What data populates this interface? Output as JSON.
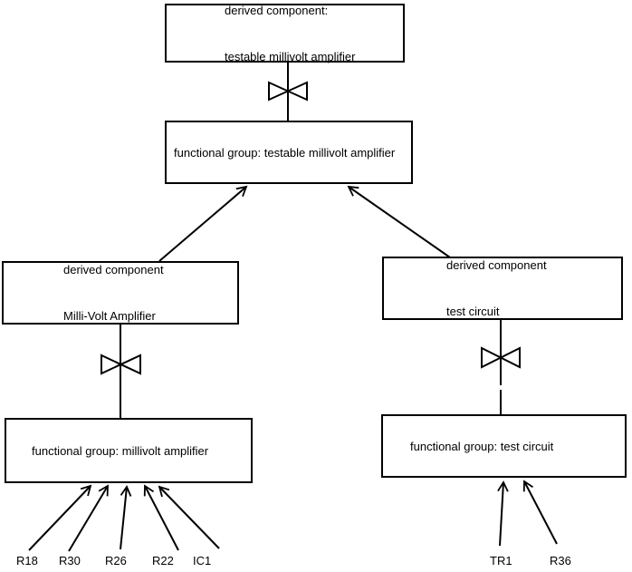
{
  "colors": {
    "background": "#ffffff",
    "line": "#000000",
    "text": "#000000"
  },
  "nodes": {
    "derived_testable": {
      "line1": "derived component:",
      "line2": "testable millivolt amplifier"
    },
    "fg_testable": {
      "text": "functional group: testable millivolt amplifier"
    },
    "derived_millivolt": {
      "line1": "derived component",
      "line2": "Milli-Volt Amplifier"
    },
    "fg_millivolt": {
      "text": "functional group: millivolt amplifier"
    },
    "derived_test": {
      "line1": "derived component",
      "line2": "test circuit"
    },
    "fg_test": {
      "text": "functional group: test circuit"
    }
  },
  "component_labels": {
    "millivolt_amplifier": [
      "R18",
      "R30",
      "R26",
      "R22",
      "IC1"
    ],
    "test_circuit": [
      "TR1",
      "R36"
    ]
  }
}
